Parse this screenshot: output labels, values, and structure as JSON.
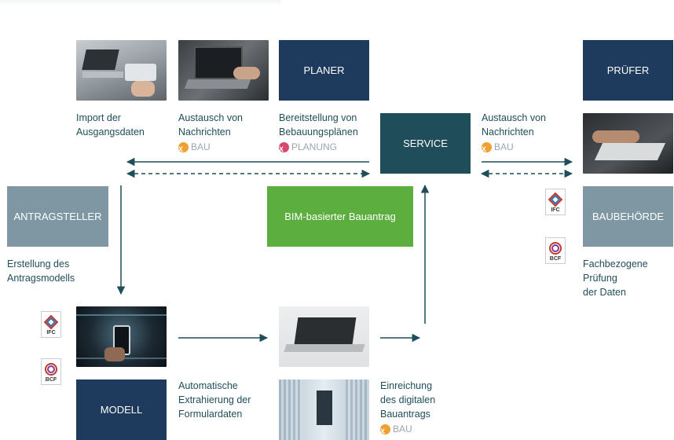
{
  "boxes": {
    "planer": "PLANER",
    "pruefer": "PRÜFER",
    "service": "SERVICE",
    "antragsteller": "ANTRAGSTELLER",
    "bim": "BIM-basierter Bauantrag",
    "baubehoerde": "BAUBEHÖRDE",
    "modell": "MODELL"
  },
  "labels": {
    "import": [
      "Import der",
      "Ausgangsdaten"
    ],
    "austausch1": [
      "Austausch von",
      "Nachrichten"
    ],
    "bereitstellung": [
      "Bereitstellung von",
      "Bebauungsplänen"
    ],
    "austausch2": [
      "Austausch von",
      "Nachrichten"
    ],
    "erstellung": [
      "Erstellung des",
      "Antragsmodells"
    ],
    "fachbezogene": [
      "Fachbezogene",
      "Prüfung",
      "der Daten"
    ],
    "automatische": [
      "Automatische",
      "Extrahierung der",
      "Formulardaten"
    ],
    "einreichung": [
      "Einreichung",
      "des digitalen",
      "Bauantrags"
    ]
  },
  "logos": {
    "xbau": "BAU",
    "xplanung": "PLANUNG",
    "x": "X"
  },
  "file_icons": {
    "ifc": "IFC",
    "bcf": "BCF"
  },
  "colors": {
    "navy": "#1e3a5c",
    "teal": "#1f4e5a",
    "grey": "#7e97a3",
    "green": "#5cae3e",
    "xbau_orange": "#f0a030",
    "xplanung_pink": "#d8486e"
  }
}
